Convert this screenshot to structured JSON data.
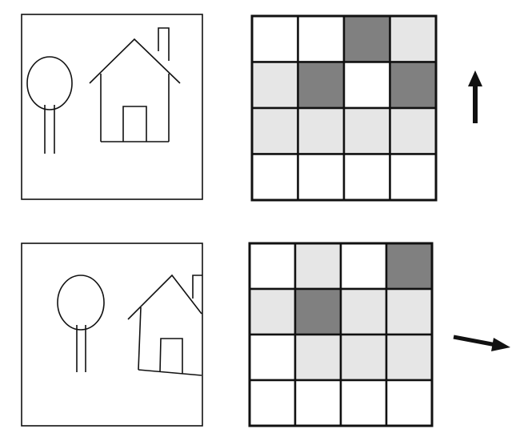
{
  "colors": {
    "background": "#ffffff",
    "stroke": "#111111",
    "cell_white": "#ffffff",
    "cell_light": "#e6e6e6",
    "cell_dark": "#808080"
  },
  "panels": [
    {
      "id": "top",
      "scene": "original",
      "grid": [
        [
          "white",
          "white",
          "dark",
          "light"
        ],
        [
          "light",
          "dark",
          "white",
          "dark"
        ],
        [
          "light",
          "light",
          "light",
          "light"
        ],
        [
          "white",
          "white",
          "white",
          "white"
        ]
      ],
      "arrow": {
        "direction": "up",
        "icon": "up-arrow-icon"
      }
    },
    {
      "id": "bottom",
      "scene": "shifted-rotated",
      "grid": [
        [
          "white",
          "light",
          "white",
          "dark"
        ],
        [
          "light",
          "dark",
          "light",
          "light"
        ],
        [
          "white",
          "light",
          "light",
          "light"
        ],
        [
          "white",
          "white",
          "white",
          "white"
        ]
      ],
      "arrow": {
        "direction": "right-down",
        "icon": "right-down-arrow-icon"
      }
    }
  ]
}
